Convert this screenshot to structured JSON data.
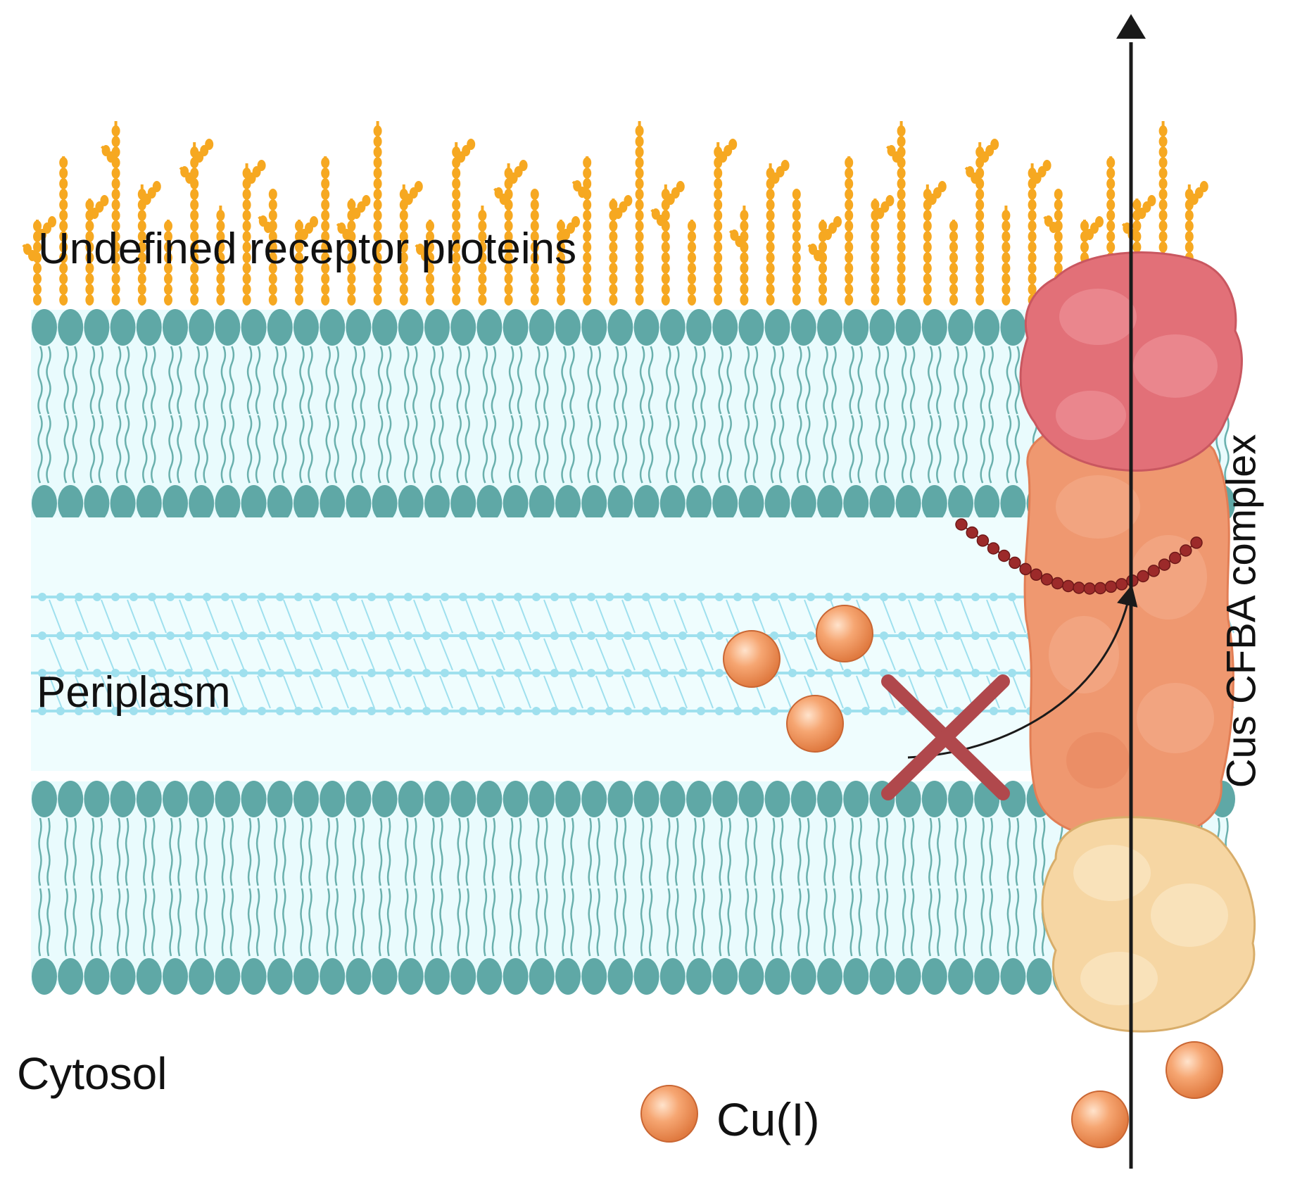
{
  "labels": {
    "receptors": "Undefined receptor proteins",
    "periplasm": "Periplasm",
    "cytosol": "Cytosol",
    "complex": "Cus CFBA complex",
    "legend": "Cu(I)"
  },
  "icons": {
    "copper_ion": "copper-ion-icon",
    "blocked": "blocked-x-icon",
    "export_arrow": "export-arrow-icon"
  },
  "colors": {
    "lipid_head": "#5fa8a6",
    "membrane_fill": "#e9fbfd",
    "receptor_glycan": "#f6a821",
    "peptidoglycan": "#9fe0ee",
    "copper": "#f4a06a",
    "cusC": "#e27078",
    "cusB": "#ef9870",
    "cusA": "#f6d6a3",
    "chain": "#9c2a2a",
    "blocked_x": "#b0484c",
    "arrow": "#1a1a1a"
  }
}
